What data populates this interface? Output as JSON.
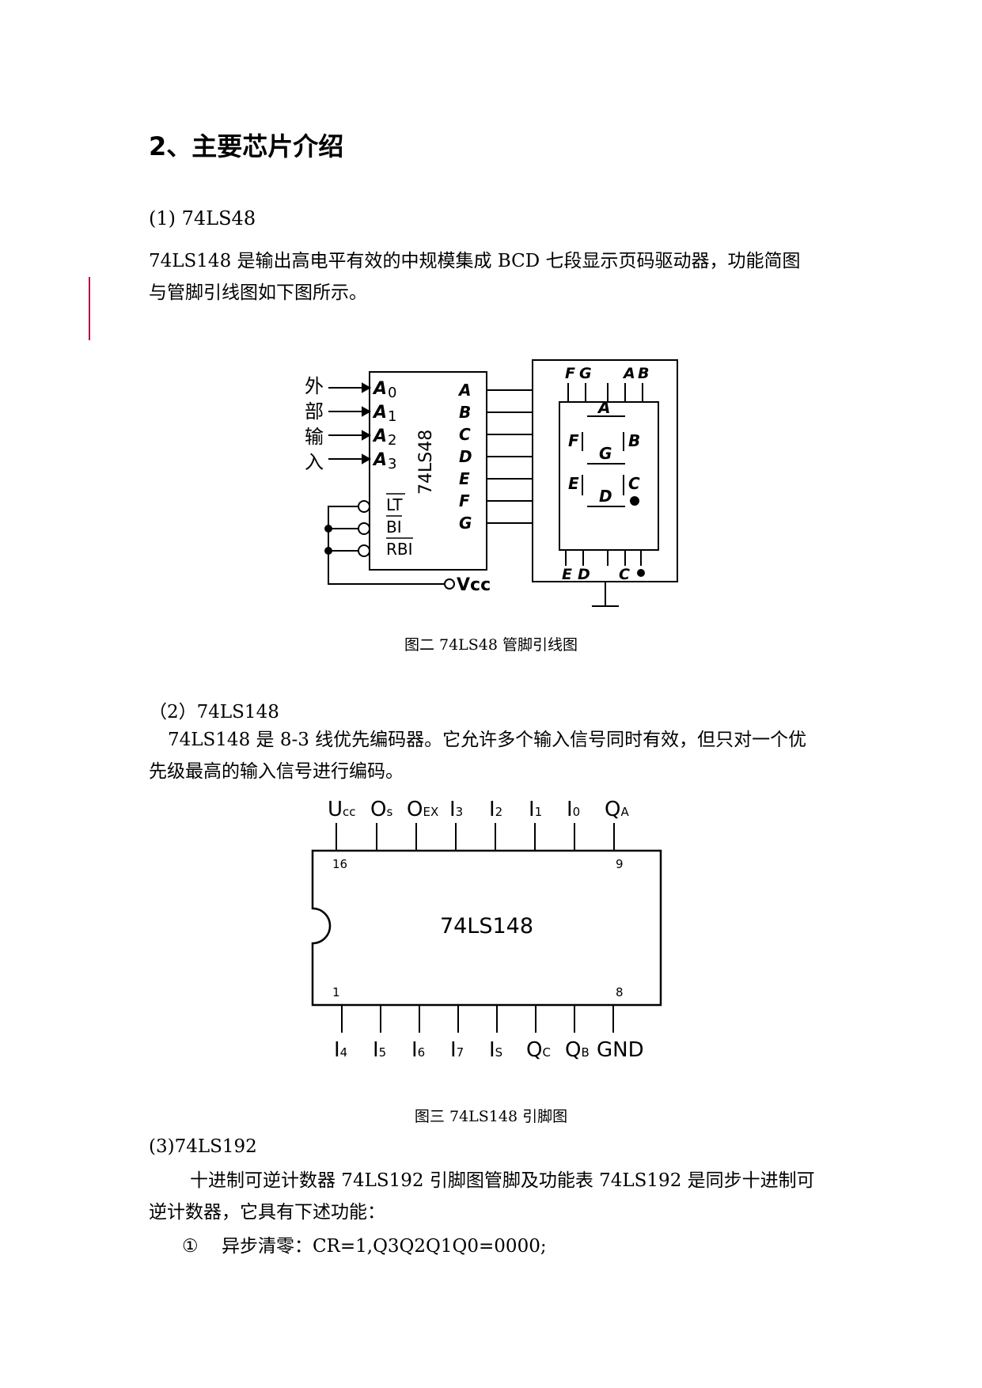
{
  "section_heading": "2、主要芯片介绍",
  "sub1": {
    "title": "(1) 74LS48",
    "para_line1": "74LS148 是输出高电平有效的中规模集成 BCD 七段显示页码驱动器，功能简图",
    "para_line2": "与管脚引线图如下图所示。"
  },
  "fig2": {
    "left_labels": [
      "外",
      "部",
      "输",
      "入"
    ],
    "inputs": [
      {
        "letter": "A",
        "index": "0"
      },
      {
        "letter": "A",
        "index": "1"
      },
      {
        "letter": "A",
        "index": "2"
      },
      {
        "letter": "A",
        "index": "3"
      }
    ],
    "chip_name": "74LS48",
    "control_pins": [
      "LT",
      "BI",
      "RBI"
    ],
    "outputs": [
      "A",
      "B",
      "C",
      "D",
      "E",
      "F",
      "G"
    ],
    "vcc": "Vcc",
    "display_top_pins": [
      "F",
      "G",
      "A",
      "B"
    ],
    "display_bottom_pins": [
      "E",
      "D",
      "C"
    ],
    "segment_labels": {
      "a": "A",
      "b": "B",
      "c": "C",
      "d": "D",
      "e": "E",
      "f": "F",
      "g": "G"
    },
    "caption": "图二 74LS48 管脚引线图"
  },
  "sub2": {
    "title": "（2）74LS148",
    "para_line1": "74LS148 是 8-3 线优先编码器。它允许多个输入信号同时有效，但只对一个优",
    "para_line2": "先级最高的输入信号进行编码。"
  },
  "fig3": {
    "chip_name": "74LS148",
    "top_pins": [
      {
        "main": "U",
        "sub": "cc"
      },
      {
        "main": "O",
        "sub": "s"
      },
      {
        "main": "O",
        "sub": "EX"
      },
      {
        "main": "I",
        "sub": "3"
      },
      {
        "main": "I",
        "sub": "2"
      },
      {
        "main": "I",
        "sub": "1"
      },
      {
        "main": "I",
        "sub": "0"
      },
      {
        "main": "Q",
        "sub": "A"
      }
    ],
    "bottom_pins": [
      {
        "main": "I",
        "sub": "4"
      },
      {
        "main": "I",
        "sub": "5"
      },
      {
        "main": "I",
        "sub": "6"
      },
      {
        "main": "I",
        "sub": "7"
      },
      {
        "main": "I",
        "sub": "S"
      },
      {
        "main": "Q",
        "sub": "C"
      },
      {
        "main": "Q",
        "sub": "B"
      },
      {
        "main": "GND",
        "sub": ""
      }
    ],
    "pin_numbers": {
      "top_left": "16",
      "top_right": "9",
      "bottom_left": "1",
      "bottom_right": "8"
    },
    "caption": "图三 74LS148 引脚图"
  },
  "sub3": {
    "title": "(3)74LS192",
    "para_line1": "十进制可逆计数器 74LS192 引脚图管脚及功能表 74LS192 是同步十进制可",
    "para_line2": "逆计数器，它具有下述功能：",
    "list_item1_marker": "①",
    "list_item1_text": "异步清零：CR=1,Q3Q2Q1Q0=0000;"
  }
}
